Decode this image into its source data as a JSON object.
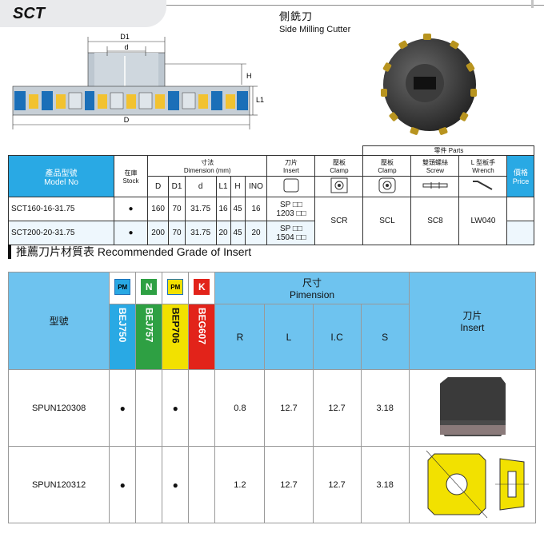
{
  "header": {
    "title": "SCT",
    "cn_title": "側銑刀",
    "en_title": "Side Milling Cutter"
  },
  "diagram": {
    "label_D1": "D1",
    "label_d": "d",
    "label_H": "H",
    "label_L1": "L1",
    "label_D": "D"
  },
  "spec_table": {
    "parts_label": "零件 Parts",
    "h_model_cn": "產品型號",
    "h_model_en": "Model No",
    "h_stock_cn": "在庫",
    "h_stock_en": "Stock",
    "h_dim_cn": "寸法",
    "h_dim_en": "Dimension (mm)",
    "h_insert_cn": "刀片",
    "h_insert_en": "Insert",
    "h_clamp1_cn": "壓板",
    "h_clamp1_en": "Clamp",
    "h_clamp2_cn": "壓板",
    "h_clamp2_en": "Clamp",
    "h_screw_cn": "雙頭螺絲",
    "h_screw_en": "Screw",
    "h_wrench_cn": "L 型板手",
    "h_wrench_en": "Wrench",
    "h_price_cn": "價格",
    "h_price_en": "Price",
    "dim_cols": [
      "D",
      "D1",
      "d",
      "L1",
      "H",
      "INO"
    ],
    "rows": [
      {
        "model": "SCT160-16-31.75",
        "stock": "●",
        "dims": [
          "160",
          "70",
          "31.75",
          "16",
          "45",
          "16"
        ],
        "insert": "SP □□",
        "insert2": "1203 □□"
      },
      {
        "model": "SCT200-20-31.75",
        "stock": "●",
        "dims": [
          "200",
          "70",
          "31.75",
          "20",
          "45",
          "20"
        ],
        "insert": "SP □□",
        "insert2": "1504 □□"
      }
    ],
    "clamp1": "SCR",
    "clamp2": "SCL",
    "screw": "SC8",
    "wrench": "LW040"
  },
  "grade_section": {
    "title": "推薦刀片材質表  Recommended Grade of Insert"
  },
  "grade_table": {
    "h_model": "型號",
    "h_dim_cn": "尺寸",
    "h_dim_en": "Pimension",
    "h_insert_cn": "刀片",
    "h_insert_en": "Insert",
    "grades": [
      {
        "badge": "PM",
        "name": "BEJ750",
        "color": "#29a9e4",
        "badge_color": "#29a9e4"
      },
      {
        "badge": "N",
        "name": "BEJ757",
        "color": "#2ea043",
        "badge_color": "#2ea043"
      },
      {
        "badge": "PM",
        "name": "BEP706",
        "color": "#f2e100",
        "badge_color": "#f2e100"
      },
      {
        "badge": "K",
        "name": "BEG607",
        "color": "#e2231a",
        "badge_color": "#e2231a"
      }
    ],
    "dim_cols": [
      "R",
      "L",
      "I.C",
      "S"
    ],
    "rows": [
      {
        "model": "SPUN120308",
        "marks": [
          "●",
          "",
          "●",
          ""
        ],
        "dims": [
          "0.8",
          "12.7",
          "12.7",
          "3.18"
        ]
      },
      {
        "model": "SPUN120312",
        "marks": [
          "●",
          "",
          "●",
          ""
        ],
        "dims": [
          "1.2",
          "12.7",
          "12.7",
          "3.18"
        ]
      }
    ]
  }
}
